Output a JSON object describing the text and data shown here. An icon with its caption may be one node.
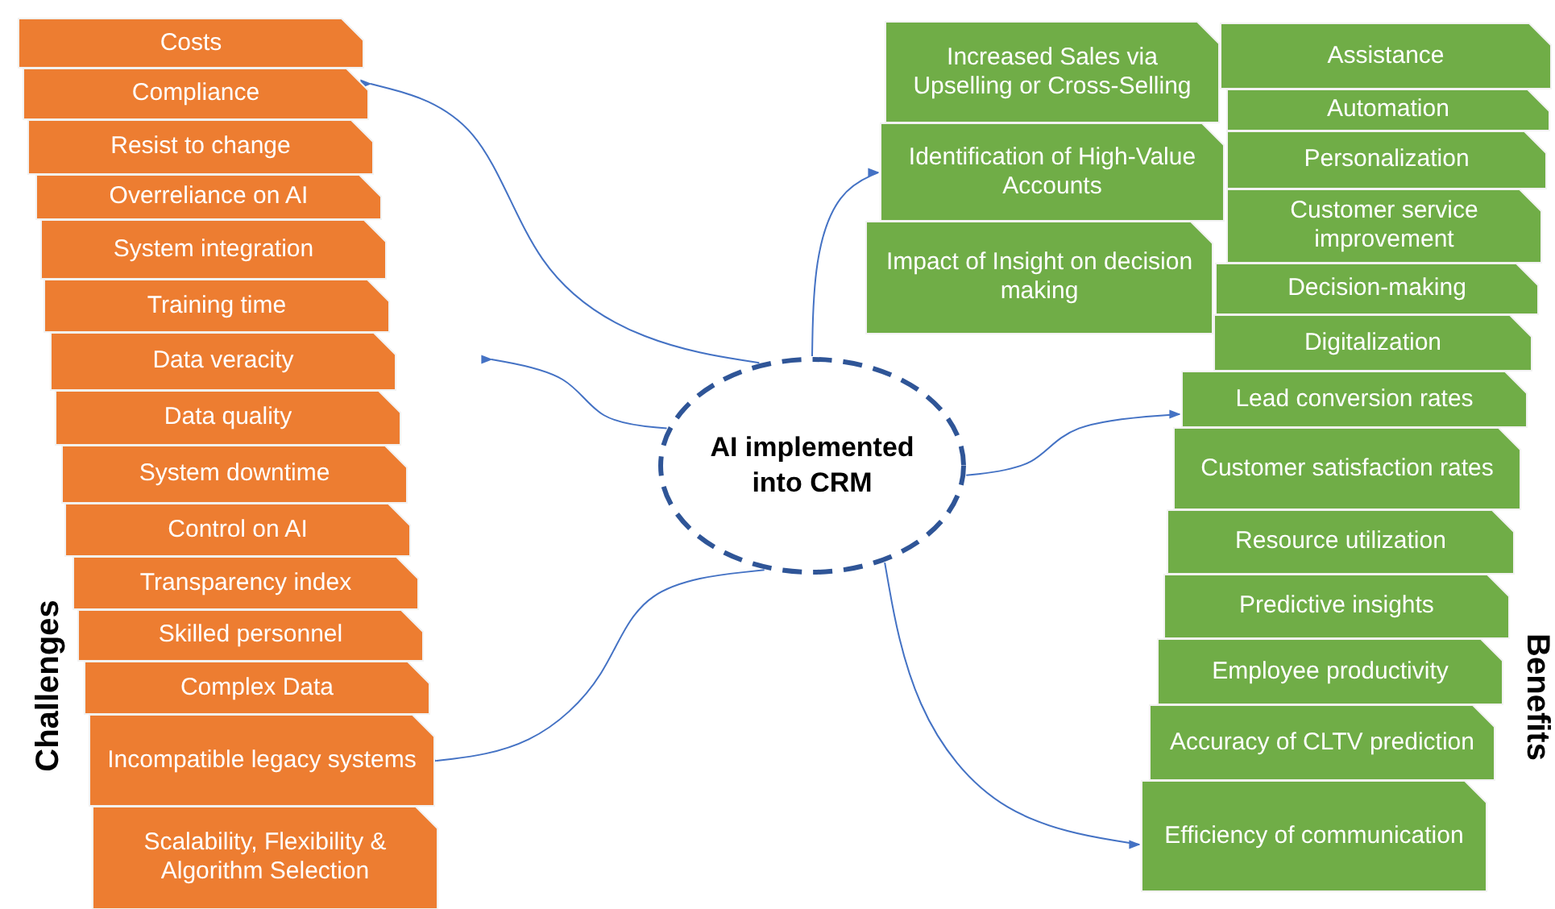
{
  "diagram": {
    "nodes": [
      {
        "text": [
          "Costs"
        ]
      },
      {
        "text": [
          "Compliance"
        ]
      },
      {
        "text": [
          "Resist to change"
        ]
      },
      {
        "text": [
          "Overreliance on AI"
        ]
      },
      {
        "text": [
          "System integration"
        ]
      },
      {
        "text": [
          "Training time"
        ]
      },
      {
        "text": [
          "Data veracity"
        ]
      },
      {
        "text": [
          "Data quality"
        ]
      },
      {
        "text": [
          "System downtime"
        ]
      },
      {
        "text": [
          "Control on AI"
        ]
      },
      {
        "text": [
          "Transparency index"
        ]
      },
      {
        "text": [
          "Skilled personnel"
        ]
      },
      {
        "text": [
          "Complex Data"
        ]
      },
      {
        "text": [
          "Incompatible legacy systems"
        ]
      },
      {
        "text": [
          "Scalability, Flexibility & Algorithm Selection"
        ]
      },
      {
        "text": [
          "AI implemented into CRM"
        ]
      },
      {
        "text": [
          "Increased Sales via Upselling or Cross-Selling"
        ]
      },
      {
        "text": [
          "Identification of High-Value Accounts"
        ]
      },
      {
        "text": [
          "Impact of Insight on decision making"
        ]
      },
      {
        "text": [
          "Assistance"
        ]
      },
      {
        "text": [
          "Automation"
        ]
      },
      {
        "text": [
          "Personalization"
        ]
      },
      {
        "text": [
          "Customer service improvement"
        ]
      },
      {
        "text": [
          "Decision-making"
        ]
      },
      {
        "text": [
          "Digitalization"
        ]
      },
      {
        "text": [
          "Lead conversion rates"
        ]
      },
      {
        "text": [
          "Customer satisfaction rates"
        ]
      },
      {
        "text": [
          "Resource utilization"
        ]
      },
      {
        "text": [
          "Predictive insights"
        ]
      },
      {
        "text": [
          "Employee productivity"
        ]
      },
      {
        "text": [
          "Accuracy of CLTV prediction"
        ]
      },
      {
        "text": [
          "Efficiency of communication"
        ]
      }
    ],
    "edges": [
      {
        "from": 15,
        "to": 1,
        "arrow": "to"
      },
      {
        "from": 15,
        "to": null,
        "arrow": "to"
      },
      {
        "from": 15,
        "to": 13,
        "arrow": "to"
      },
      {
        "from": 15,
        "to": 17,
        "arrow": "to"
      },
      {
        "from": 15,
        "to": 25,
        "arrow": "to"
      },
      {
        "from": 15,
        "to": 31,
        "arrow": "to"
      }
    ],
    "labels": [
      "Challenges",
      "Benefits"
    ]
  }
}
